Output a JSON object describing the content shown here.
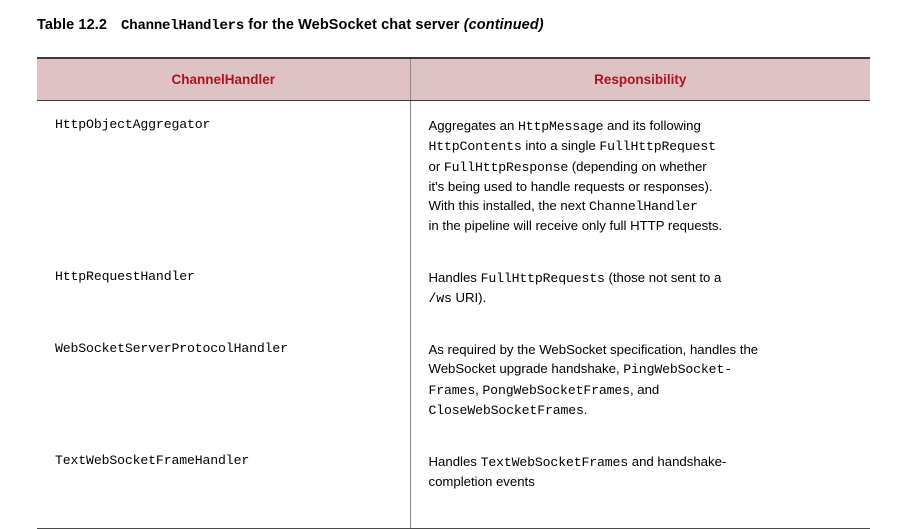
{
  "caption": {
    "label": "Table 12.2",
    "mono_term": "ChannelHandlers",
    "rest": " for the WebSocket chat server ",
    "continued": "(continued)"
  },
  "colors": {
    "header_background": "#dfc3c4",
    "header_text": "#b01020",
    "rule": "#3b3b3b",
    "divider": "#8a8a8a",
    "body_text": "#000000",
    "page_background": "#ffffff"
  },
  "table": {
    "columns": [
      {
        "key": "handler",
        "label": "ChannelHandler"
      },
      {
        "key": "responsibility",
        "label": "Responsibility"
      }
    ],
    "rows": [
      {
        "handler": "HttpObjectAggregator",
        "responsibility_lines": [
          [
            {
              "t": "Aggregates an ",
              "s": "plain"
            },
            {
              "t": "HttpMessage",
              "s": "mono"
            },
            {
              "t": " and its following",
              "s": "plain"
            }
          ],
          [
            {
              "t": "HttpContents",
              "s": "mono"
            },
            {
              "t": " into a single ",
              "s": "plain"
            },
            {
              "t": "FullHttpRequest",
              "s": "mono"
            }
          ],
          [
            {
              "t": "or ",
              "s": "plain"
            },
            {
              "t": "FullHttpResponse",
              "s": "mono"
            },
            {
              "t": " (depending on whether",
              "s": "plain"
            }
          ],
          [
            {
              "t": "it's being used to handle requests or responses).",
              "s": "plain"
            }
          ],
          [
            {
              "t": "With this installed, the next ",
              "s": "plain"
            },
            {
              "t": "ChannelHandler",
              "s": "mono"
            }
          ],
          [
            {
              "t": "in the pipeline will receive only full HTTP requests.",
              "s": "plain"
            }
          ]
        ]
      },
      {
        "handler": "HttpRequestHandler",
        "responsibility_lines": [
          [
            {
              "t": "Handles ",
              "s": "plain"
            },
            {
              "t": "FullHttpRequests",
              "s": "mono"
            },
            {
              "t": " (those not sent to a",
              "s": "plain"
            }
          ],
          [
            {
              "t": "/ws",
              "s": "mono"
            },
            {
              "t": " URI).",
              "s": "plain"
            }
          ]
        ]
      },
      {
        "handler": "WebSocketServerProtocolHandler",
        "responsibility_lines": [
          [
            {
              "t": "As required by the WebSocket specification, handles the",
              "s": "plain"
            }
          ],
          [
            {
              "t": "WebSocket upgrade handshake, ",
              "s": "plain"
            },
            {
              "t": "PingWebSocket-",
              "s": "mono"
            }
          ],
          [
            {
              "t": "Frames",
              "s": "mono"
            },
            {
              "t": ", ",
              "s": "plain"
            },
            {
              "t": "PongWebSocketFrames",
              "s": "mono"
            },
            {
              "t": ", and",
              "s": "plain"
            }
          ],
          [
            {
              "t": "CloseWebSocketFrames",
              "s": "mono"
            },
            {
              "t": ".",
              "s": "plain"
            }
          ]
        ]
      },
      {
        "handler": "TextWebSocketFrameHandler",
        "responsibility_lines": [
          [
            {
              "t": "Handles ",
              "s": "plain"
            },
            {
              "t": "TextWebSocketFrames",
              "s": "mono"
            },
            {
              "t": " and handshake-",
              "s": "plain"
            }
          ],
          [
            {
              "t": "completion events",
              "s": "plain"
            }
          ]
        ]
      }
    ]
  }
}
